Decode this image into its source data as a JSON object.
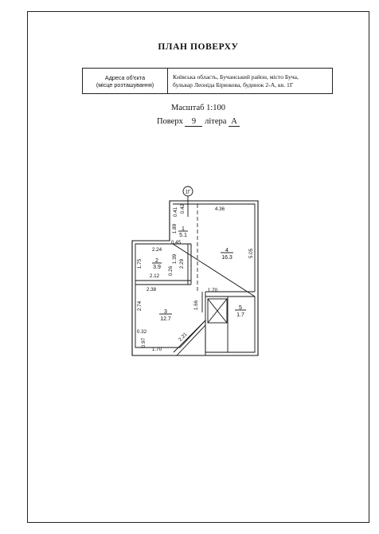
{
  "document": {
    "title": "ПЛАН ПОВЕРХУ",
    "address_label_line1": "Адреса об'єкта",
    "address_label_line2": "(місце розташування)",
    "address_value_line1": "Київська область, Бучанський район, місто Буча,",
    "address_value_line2": "бульвар Леоніда Бірюкова, будинок 2-А, кв. 1Г",
    "scale": "Масштаб 1:100",
    "floor_label": "Поверх",
    "floor_value": "9",
    "litera_label": "літера",
    "litera_value": "А"
  },
  "plan": {
    "axis_marker": "1Г",
    "rooms": [
      {
        "number": "1",
        "area": "5.1"
      },
      {
        "number": "2",
        "area": "3.9"
      },
      {
        "number": "3",
        "area": "12.7"
      },
      {
        "number": "4",
        "area": "16.3"
      },
      {
        "number": "5",
        "area": "1.7"
      }
    ],
    "dimensions": {
      "d_4_36": "4.36",
      "d_0_41": "0.41",
      "d_0_42": "0.42",
      "d_1_89": "1.89",
      "d_0_45": "0.45",
      "d_2_24": "2.24",
      "d_1_75": "1.75",
      "d_1_39": "1.39",
      "d_0_26": "0.26",
      "d_2_29": "2.29",
      "d_2_12": "2.12",
      "d_5_05": "5.05",
      "d_2_38": "2.38",
      "d_1_70_top": "1.70",
      "d_2_74": "2.74",
      "d_1_66": "1.66",
      "d_0_32": "0.32",
      "d_0_97": "0.97",
      "d_2_21": "2.21",
      "d_1_70_bottom": "1.70"
    }
  }
}
